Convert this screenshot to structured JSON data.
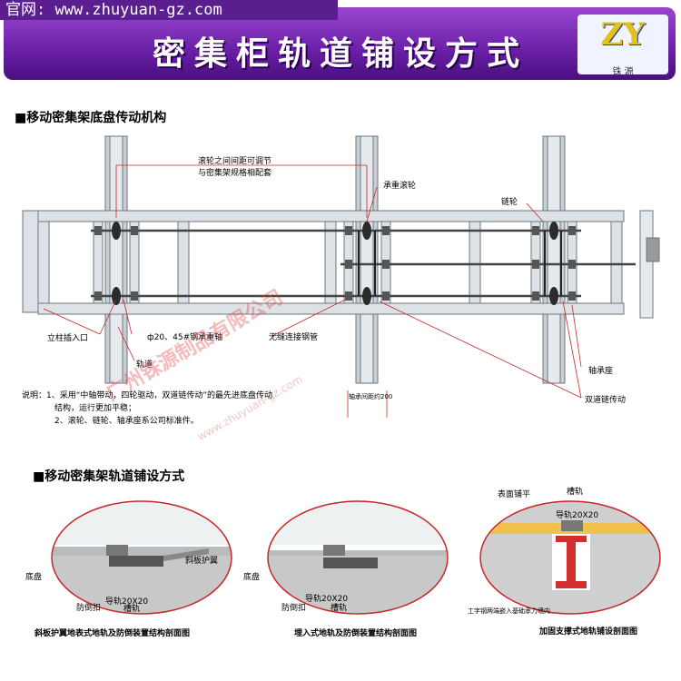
{
  "header": {
    "url_text": "官网: www.zhuyuan-gz.com",
    "title": "密集柜轨道铺设方式",
    "logo_mark": "ZY",
    "logo_cn": "铢 源"
  },
  "section1": {
    "heading": "■移动密集架底盘传动机构",
    "labels": {
      "roller_spacing_1": "滚轮之间间距可调节",
      "roller_spacing_2": "与密集架规格相配套",
      "load_roller": "承重滚轮",
      "sprocket": "链轮",
      "column_insert": "立柱插入口",
      "shaft": "ф20、45#钢承重轴",
      "seamless_pipe": "无缝连接钢管",
      "track": "轨道",
      "bearing_seat": "轴承座",
      "gauge": "轴承间距约200",
      "double_chain": "双道链传动"
    },
    "notes": [
      "说明：1、采用“中轴带动，四轮驱动，双道链传动”的最先进底盘传动",
      "结构，运行更加平稳；",
      "2、滚轮、链轮、轴承座系公司标准件。"
    ]
  },
  "watermark": {
    "company": "广州铢源制品有限公司",
    "url": "www.zhuyuan-gz.com"
  },
  "section2": {
    "heading": "■移动密集架轨道铺设方式",
    "panels": [
      {
        "labels": {
          "base": "底盘",
          "rail": "导轨20X20",
          "antitip": "防倒扣",
          "groove": "槽轨",
          "ramp": "斜板护翼"
        },
        "caption": "斜板护翼地表式地轨及防倒装置结构剖面图"
      },
      {
        "labels": {
          "base": "底盘",
          "rail": "导轨20X20",
          "antitip": "防倒扣",
          "groove": "槽轨"
        },
        "caption": "埋入式地轨及防倒装置结构剖面图"
      },
      {
        "labels": {
          "surface": "表面铺平",
          "groove": "槽轨",
          "rail": "导轨20X20",
          "note": "工字钢两端嵌入基础承力墙内"
        },
        "caption": "加固支撑式地轨铺设剖面图"
      }
    ]
  }
}
